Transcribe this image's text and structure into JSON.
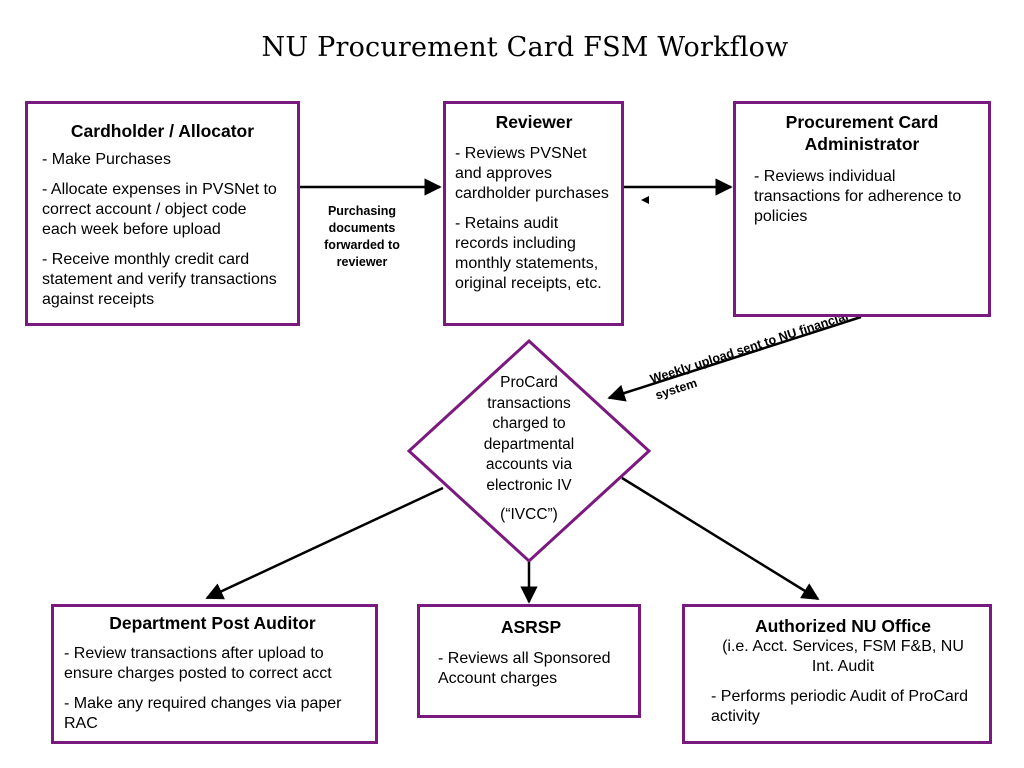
{
  "title": "NU Procurement Card FSM Workflow",
  "nodes": {
    "cardholder": {
      "heading": "Cardholder / Allocator",
      "items": [
        "- Make Purchases",
        "- Allocate expenses in PVSNet to correct account / object code each week before upload",
        "- Receive monthly credit card statement and verify transactions against receipts"
      ]
    },
    "reviewer": {
      "heading": "Reviewer",
      "items": [
        "- Reviews PVSNet and approves cardholder purchases",
        "- Retains audit records including monthly statements, original receipts, etc."
      ]
    },
    "administrator": {
      "heading": "Procurement Card Administrator",
      "items": [
        "- Reviews individual transactions for adherence to policies"
      ]
    },
    "procard": {
      "text": "ProCard transactions charged to departmental accounts via electronic IV",
      "note": "(“IVCC”)"
    },
    "post_auditor": {
      "heading": "Department Post Auditor",
      "items": [
        "- Review transactions after upload to ensure charges posted to correct acct",
        "- Make any required changes via paper RAC"
      ]
    },
    "asrsp": {
      "heading": "ASRSP",
      "items": [
        "- Reviews all Sponsored Account charges"
      ]
    },
    "nu_office": {
      "heading": "Authorized NU Office",
      "subheading": "(i.e. Acct. Services, FSM F&B, NU Int. Audit",
      "items": [
        "- Performs periodic Audit of ProCard activity"
      ]
    }
  },
  "edges": {
    "cardholder_to_reviewer": "Purchasing documents forwarded to reviewer",
    "admin_to_procard": "Weekly upload sent to NU financial system"
  },
  "colors": {
    "node_border": "#7b1a7e",
    "arrow": "#000000"
  }
}
